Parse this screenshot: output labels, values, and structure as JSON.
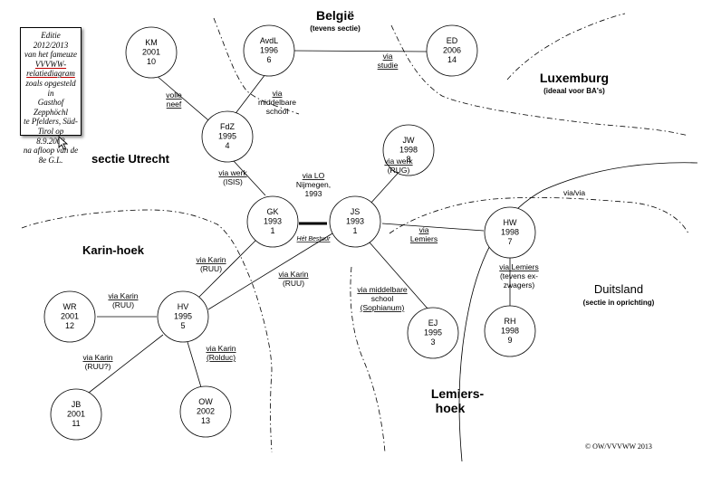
{
  "edition_box": {
    "lines": [
      "Editie 2012/2013",
      "van het fameuze",
      "VVVWW-",
      "relatiediagram",
      "zoals opgesteld in",
      "Gasthof Zepphöchl",
      "te Pfelders, Süd-",
      "Tirol op 8.9.2003",
      "na afloop van de",
      "8e G.L."
    ]
  },
  "regions": {
    "belgie": "België",
    "belgie_sub": "(tevens sectie)",
    "luxemburg": "Luxemburg",
    "luxemburg_sub": "(ideaal voor BA's)",
    "utrecht": "sectie Utrecht",
    "karin": "Karin-hoek",
    "duitsland": "Duitsland",
    "duitsland_sub": "(sectie in oprichting)",
    "lemiers_1": "Lemiers-",
    "lemiers_2": "hoek"
  },
  "nodes": [
    {
      "id": "KM",
      "year": "2001",
      "num": "10"
    },
    {
      "id": "AvdL",
      "year": "1996",
      "num": "6"
    },
    {
      "id": "ED",
      "year": "2006",
      "num": "14"
    },
    {
      "id": "FdZ",
      "year": "1995",
      "num": "4"
    },
    {
      "id": "JW",
      "year": "1998",
      "num": "8"
    },
    {
      "id": "GK",
      "year": "1993",
      "num": "1"
    },
    {
      "id": "JS",
      "year": "1993",
      "num": "1"
    },
    {
      "id": "HW",
      "year": "1998",
      "num": "7"
    },
    {
      "id": "WR",
      "year": "2001",
      "num": "12"
    },
    {
      "id": "HV",
      "year": "1995",
      "num": "5"
    },
    {
      "id": "EJ",
      "year": "1995",
      "num": "3"
    },
    {
      "id": "RH",
      "year": "1998",
      "num": "9"
    },
    {
      "id": "JB",
      "year": "2001",
      "num": "11"
    },
    {
      "id": "OW",
      "year": "2002",
      "num": "13"
    }
  ],
  "edge_labels": {
    "volle_neef": [
      "volle",
      "neef"
    ],
    "via_middelbare": [
      "via",
      "middelbare",
      "school"
    ],
    "via_studie": [
      "via",
      "studie"
    ],
    "via_werk_isis": [
      "via werk",
      "(ISIS)"
    ],
    "via_lo": [
      "via LO",
      "Nijmegen,",
      "1993"
    ],
    "via_werk_rug": [
      "via werk",
      "(RUG)"
    ],
    "het_bestuur": "Hét Bestuur",
    "via_via": "via/via",
    "via_lemiers_hw": [
      "via",
      "Lemiers"
    ],
    "via_karin_ruu_gk": [
      "via Karin",
      "(RUU)"
    ],
    "via_karin_ruu_js": [
      "via Karin",
      "(RUU)"
    ],
    "via_karin_ruu_wr": [
      "via Karin",
      "(RUU)"
    ],
    "via_karin_ruu_jb": [
      "via Karin",
      "(RUU?)"
    ],
    "via_karin_rolduc": [
      "via Karin",
      "(Rolduc)"
    ],
    "via_middelbare_sophianum": [
      "via middelbare",
      "school",
      "(Sophianum)"
    ],
    "via_lemiers_rh": [
      "via Lemiers",
      "(tevens ex-",
      "zwagers)"
    ]
  },
  "copyright": "© OW/VVVWW 2013"
}
